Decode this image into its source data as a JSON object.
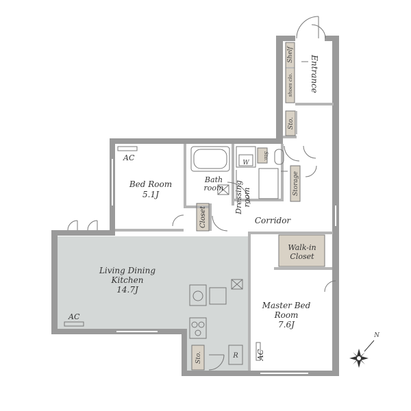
{
  "colors": {
    "wall": "#9a9a9a",
    "living_fill": "#d4d8d7",
    "storage_fill": "#d9d2c6",
    "line": "#777777",
    "text": "#333333"
  },
  "rooms": {
    "entrance": "Entrance",
    "shelf": "Shelf",
    "shoes_cl": "shoes clo.",
    "sto_upper": "Sto.",
    "sto_bath": "Sto.",
    "sto_lower": "Sto.",
    "w": "W",
    "storage": "Storage",
    "bath": [
      "Bath",
      "room"
    ],
    "dressing": [
      "Dressing",
      "room"
    ],
    "bedroom": [
      "Bed Room",
      "5.1J"
    ],
    "closet": "Closet",
    "corridor": "Corridor",
    "walkin": [
      "Walk-in",
      "Closet"
    ],
    "living": [
      "Living Dining",
      "Kitchen",
      "14.7J"
    ],
    "master": [
      "Master Bed",
      "Room",
      "7.6J"
    ],
    "r": "R"
  },
  "ac": [
    "AC",
    "AC",
    "AC"
  ],
  "compass": {
    "label": "N",
    "icon": "compass-rose-icon"
  }
}
